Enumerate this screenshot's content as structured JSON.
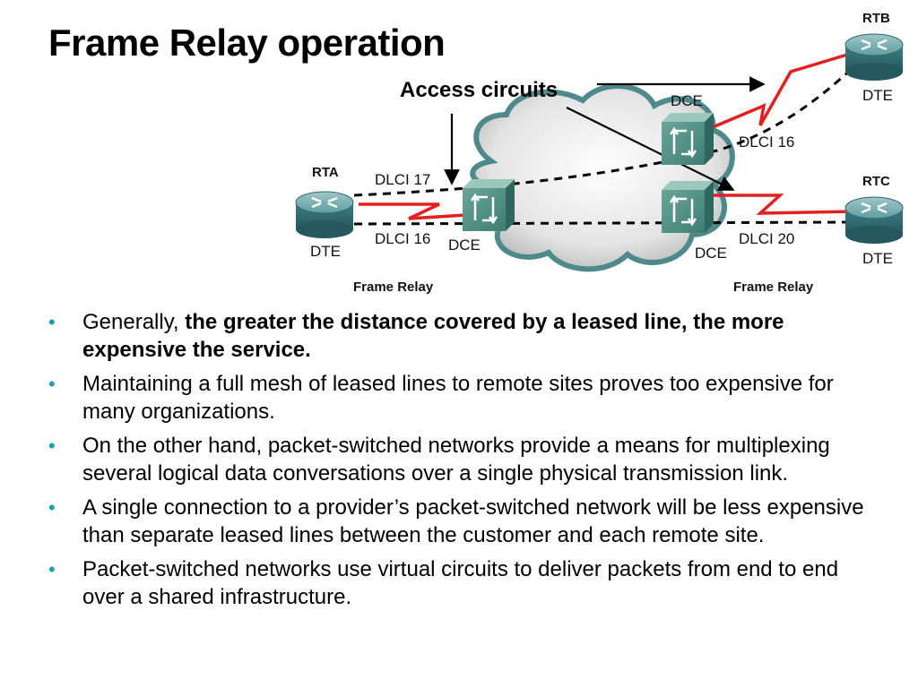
{
  "title": "Frame Relay operation",
  "diagram": {
    "access_circuits_label": "Access circuits",
    "routers": {
      "rta": {
        "name": "RTA",
        "role": "DTE"
      },
      "rtb": {
        "name": "RTB",
        "role": "DTE"
      },
      "rtc": {
        "name": "RTC",
        "role": "DTE"
      }
    },
    "switches": {
      "left": "DCE",
      "top_right": "DCE",
      "bottom_right": "DCE"
    },
    "dlci": {
      "rta_top": "DLCI 17",
      "rta_bottom": "DLCI 16",
      "rtb": "DLCI 16",
      "rtc": "DLCI 20"
    },
    "frame_relay_left": "Frame Relay",
    "frame_relay_right": "Frame Relay",
    "colors": {
      "router_body": "#3d7f86",
      "switch_body": "#4f8f84",
      "cloud_fill": "#e6e6e6",
      "cloud_edge": "#4e8a8c",
      "access_circuit": "#e3201f"
    }
  },
  "bullets": [
    {
      "normal": "Generally, ",
      "bold": "the greater the distance covered by a leased line, the more expensive the service."
    },
    {
      "normal": "Maintaining a full mesh of leased lines to remote sites proves too expensive for many organizations.",
      "bold": ""
    },
    {
      "normal": "On the other hand, packet-switched networks provide a means for multiplexing several logical data conversations over a single physical transmission link.",
      "bold": ""
    },
    {
      "normal": "A single connection to a provider’s packet-switched network will be less expensive than separate leased lines between the customer and each remote site.",
      "bold": ""
    },
    {
      "normal": "Packet-switched networks use virtual circuits to deliver packets from end to end over a shared infrastructure.",
      "bold": ""
    }
  ],
  "bullet_glyph": "•",
  "bullet_color": "#1a9fb0"
}
